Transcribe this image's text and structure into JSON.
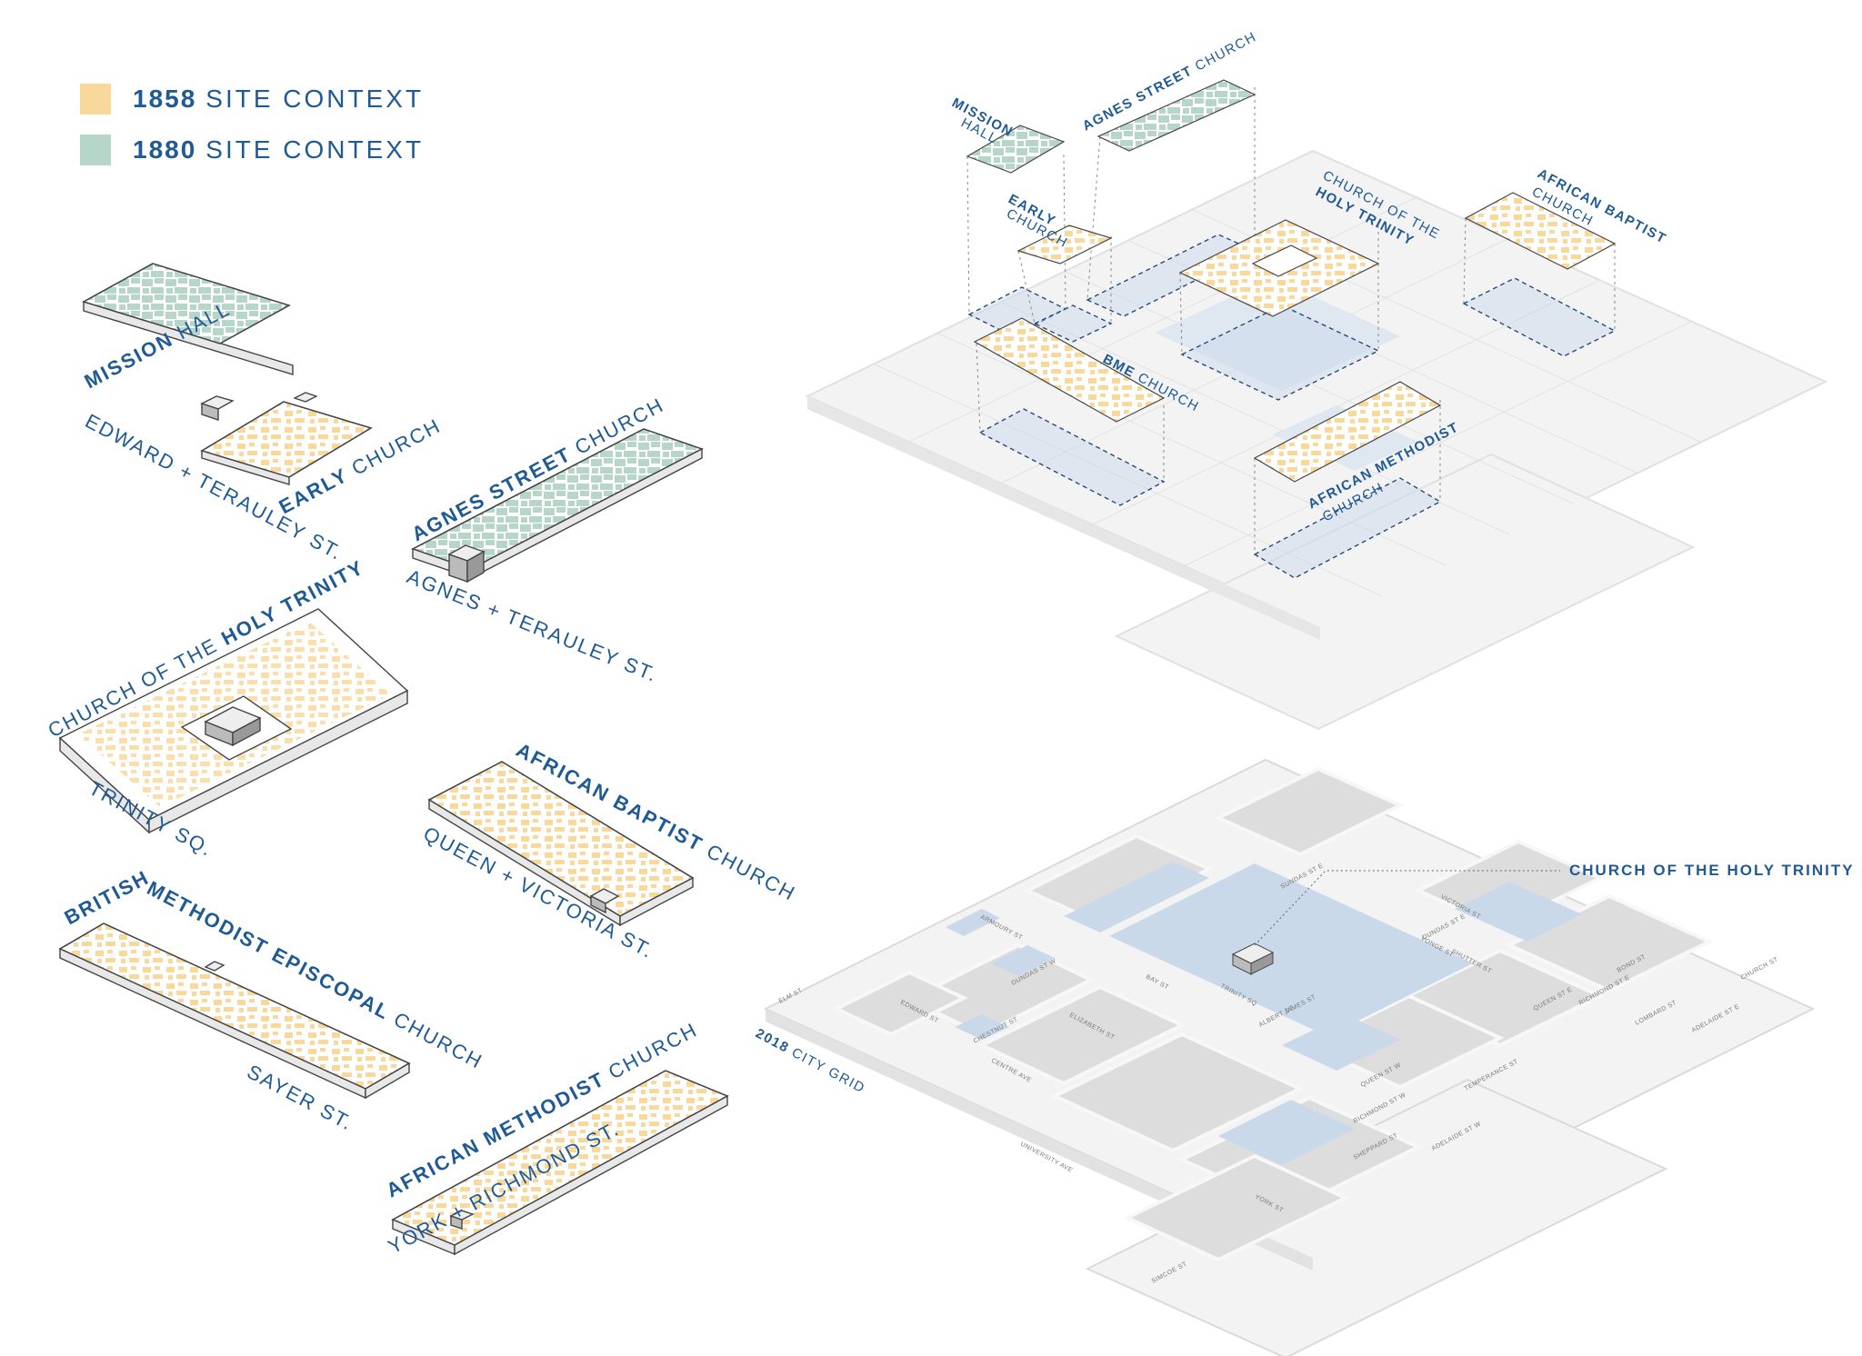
{
  "colors": {
    "c1858": "#f9d89c",
    "c1880": "#b5d6c9",
    "building": "#c9d9ea",
    "ground": "#f1f1f1",
    "block": "#dddddd",
    "text": "#1f5a94"
  },
  "legend": [
    {
      "year": "1858",
      "label": "SITE CONTEXT",
      "color": "#f9d89c"
    },
    {
      "year": "1880",
      "label": "SITE CONTEXT",
      "color": "#b5d6c9"
    }
  ],
  "sites": {
    "mission_hall": {
      "bold": "MISSION",
      "rest": "HALL",
      "address": "EDWARD + TERAULEY ST."
    },
    "early_church": {
      "bold": "EARLY",
      "rest": "CHURCH"
    },
    "agnes_street": {
      "bold": "AGNES STREET",
      "rest": "CHURCH",
      "address": "AGNES +   TERAULEY ST."
    },
    "holy_trinity": {
      "pre": "CHURCH OF THE",
      "bold": "HOLY TRINITY",
      "address": "TRINITY SQ."
    },
    "african_baptist": {
      "bold": "AFRICAN BAPTIST",
      "rest": "CHURCH",
      "address": "QUEEN + VICTORIA ST."
    },
    "bme": {
      "bold1": "BRITISH",
      "bold2": "METHODIST EPISCOPAL",
      "rest": "CHURCH",
      "address": "SAYER ST."
    },
    "african_methodist": {
      "bold": "AFRICAN METHODIST",
      "rest": "CHURCH",
      "address": "YORK +   RICHMOND ST."
    }
  },
  "top_map": {
    "mission": "MISSION",
    "hall": "HALL",
    "agnes": "AGNES STREET",
    "agnes_rest": "CHURCH",
    "early": "EARLY",
    "early_rest": "CHURCH",
    "trinity_pre": "CHURCH OF THE",
    "trinity": "HOLY TRINITY",
    "baptist": "AFRICAN BAPTIST",
    "baptist_rest": "CHURCH",
    "bme": "BME",
    "bme_rest": "CHURCH",
    "methodist": "AFRICAN METHODIST",
    "methodist_rest": "CHURCH"
  },
  "city_grid": {
    "year": "2018",
    "label": "CITY GRID"
  },
  "callout": "CHURCH OF THE HOLY TRINITY",
  "streets": [
    "ELM ST",
    "EDWARD ST",
    "DUNDAS ST W",
    "ELIZABETH ST",
    "CHESTNUT ST",
    "CENTRE AVE",
    "BAY ST",
    "TRINITY SQ",
    "JAMES ST",
    "ALBERT ST",
    "QUEEN ST W",
    "RICHMOND ST W",
    "YORK ST",
    "UNIVERSITY AVE",
    "VICTORIA ST",
    "YONGE ST",
    "SHUTTER ST",
    "QUEEN ST E",
    "RICHMOND ST E",
    "LOMBARD ST",
    "ADELAIDE ST E",
    "ADELAIDE ST W",
    "TEMPERANCE ST",
    "SHEPPARD ST",
    "SIMCOE ST",
    "DUNDAS ST E",
    "BOND ST",
    "CHURCH ST",
    "ARMOURY ST",
    "SUNDAS ST E"
  ]
}
